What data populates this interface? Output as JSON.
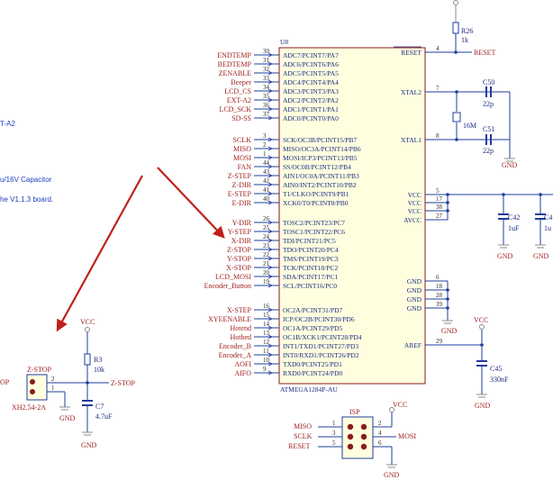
{
  "notes": [
    "T-A2",
    "u/16V Capacitor",
    "he V1.1.3 board."
  ],
  "chip": {
    "ref": "U8",
    "part": "ATMEGA1284P-AU",
    "left_pins": [
      {
        "net": "ENDTEMP",
        "num": "30",
        "pin": "ADC7/PCINT7/PA7"
      },
      {
        "net": "BEDTEMP",
        "num": "31",
        "pin": "ADC6/PCINT6/PA6"
      },
      {
        "net": "ZENABLE",
        "num": "32",
        "pin": "ADC5/PCINT5/PA5"
      },
      {
        "net": "Beeper",
        "num": "33",
        "pin": "ADC4/PCINT4/PA4"
      },
      {
        "net": "LCD_CS",
        "num": "34",
        "pin": "ADC3/PCINT3/PA3"
      },
      {
        "net": "EXT-A2",
        "num": "35",
        "pin": "ADC2/PCINT2/PA2"
      },
      {
        "net": "LCD_SCK",
        "num": "36",
        "pin": "ADC1/PCINT1/PA1"
      },
      {
        "net": "SD-SS",
        "num": "37",
        "pin": "ADC0/PCINT0/PA0"
      },
      {
        "net": "SCLK",
        "num": "3",
        "pin": "SCK/OC3B/PCINT15/PB7"
      },
      {
        "net": "MISO",
        "num": "2",
        "pin": "MISO/OC3A/PCINT14/PB6"
      },
      {
        "net": "MOSI",
        "num": "1",
        "pin": "MOSI/ICP3/PCINT13/PB5"
      },
      {
        "net": "FAN",
        "num": "44",
        "pin": "SS/OC0B/PCINT12/PB4"
      },
      {
        "net": "Z-STEP",
        "num": "43",
        "pin": "AIN1/OC0A/PCINT11/PB3"
      },
      {
        "net": "Z-DIR",
        "num": "42",
        "pin": "AIN0/INT2/PCINT10/PB2"
      },
      {
        "net": "E-STEP",
        "num": "41",
        "pin": "T1/CLKO/PCINT9/PB1"
      },
      {
        "net": "E-DIR",
        "num": "40",
        "pin": "XCK0/T0/PCINT8/PB0"
      },
      {
        "net": "Y-DIR",
        "num": "26",
        "pin": "TOSC2/PCINT23/PC7"
      },
      {
        "net": "Y-STEP",
        "num": "25",
        "pin": "TOSC1/PCINT22/PC6"
      },
      {
        "net": "X-DIR",
        "num": "24",
        "pin": "TDI/PCINT21/PC5"
      },
      {
        "net": "Z-STOP",
        "num": "23",
        "pin": "TDO/PCINT20/PC4"
      },
      {
        "net": "Y-STOP",
        "num": "22",
        "pin": "TMS/PCINT19/PC3"
      },
      {
        "net": "X-STOP",
        "num": "21",
        "pin": "TCK/PCINT18/PC2"
      },
      {
        "net": "LCD_MOSI",
        "num": "20",
        "pin": "SDA/PCINT17/PC1"
      },
      {
        "net": "Encoder_Button",
        "num": "19",
        "pin": "SCL/PCINT16/PC0"
      },
      {
        "net": "X-STEP",
        "num": "16",
        "pin": "OC2A/PCINT31/PD7"
      },
      {
        "net": "XYEENABLE",
        "num": "15",
        "pin": "ICP/OC2B/PCINT30/PD6"
      },
      {
        "net": "Hotend",
        "num": "14",
        "pin": "OC1A/PCINT29/PD5"
      },
      {
        "net": "Hotbed",
        "num": "13",
        "pin": "OC1B/XCK1/PCINT28/PD4"
      },
      {
        "net": "Encoder_B",
        "num": "12",
        "pin": "INT1/TXD1/PCINT27/PD3"
      },
      {
        "net": "Encoder_A",
        "num": "11",
        "pin": "INT0/RXD1/PCINT26/PD2"
      },
      {
        "net": "AOFI",
        "num": "10",
        "pin": "TXD0/PCINT25/PD1"
      },
      {
        "net": "AIFO",
        "num": "9",
        "pin": "RXD0/PCINT24/PD0"
      }
    ],
    "right_pins": [
      {
        "pin": "RESET",
        "num": "4"
      },
      {
        "pin": "XTAL2",
        "num": "7"
      },
      {
        "pin": "XTAL1",
        "num": "8"
      },
      {
        "pin": "VCC",
        "num": "5"
      },
      {
        "pin": "VCC",
        "num": "17"
      },
      {
        "pin": "VCC",
        "num": "38"
      },
      {
        "pin": "AVCC",
        "num": "27"
      },
      {
        "pin": "GND",
        "num": "6"
      },
      {
        "pin": "GND",
        "num": "18"
      },
      {
        "pin": "GND",
        "num": "28"
      },
      {
        "pin": "GND",
        "num": "39"
      },
      {
        "pin": "AREF",
        "num": "29"
      }
    ]
  },
  "parts": {
    "r26": {
      "ref": "R26",
      "value": "1k"
    },
    "reset_net": "RESET",
    "c50": {
      "ref": "C50",
      "value": "22p"
    },
    "c51": {
      "ref": "C51",
      "value": "22p"
    },
    "crystal": "16M",
    "c42": {
      "ref": "C42",
      "value": "1uF"
    },
    "c_edge": {
      "ref": "C4",
      "value": "1u"
    },
    "c45": {
      "ref": "C45",
      "value": "330nF"
    },
    "gnd": "GND",
    "vcc": "VCC"
  },
  "zstop_circuit": {
    "connector_ref": "Z-STOP",
    "connector_part": "XH2.54-2A",
    "pin1": "1",
    "pin2": "2",
    "r3": {
      "ref": "R3",
      "value": "10k"
    },
    "c7": {
      "ref": "C7",
      "value": "4.7uF"
    },
    "net": "Z-STOP",
    "edge_net": "OP",
    "vcc": "VCC",
    "gnd": "GND"
  },
  "isp": {
    "title": "ISP",
    "nets_left": [
      "MISO",
      "SCLK",
      "RESET"
    ],
    "nums_left": [
      "1",
      "3",
      "5"
    ],
    "nums_right": [
      "2",
      "4",
      "6"
    ],
    "net_right": "MOSI",
    "vcc": "VCC",
    "gnd": "GND"
  },
  "arrows": [
    {
      "name": "arrow-to-zstop-circuit",
      "color": "#c0201c"
    },
    {
      "name": "arrow-to-chip-pc-pins",
      "color": "#c0201c"
    }
  ]
}
